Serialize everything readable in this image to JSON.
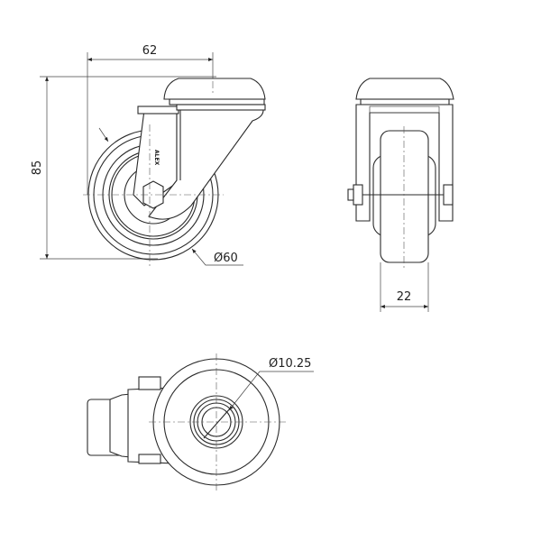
{
  "drawing": {
    "side_view": {
      "width_dimension": "62",
      "height_dimension": "85",
      "wheel_diameter": "Ø60",
      "logo": "ALEX"
    },
    "front_view": {
      "wheel_width_dimension": "22"
    },
    "bottom_view": {
      "bolt_hole_diameter": "Ø10.25"
    },
    "line_color": "#2a2a2a"
  }
}
